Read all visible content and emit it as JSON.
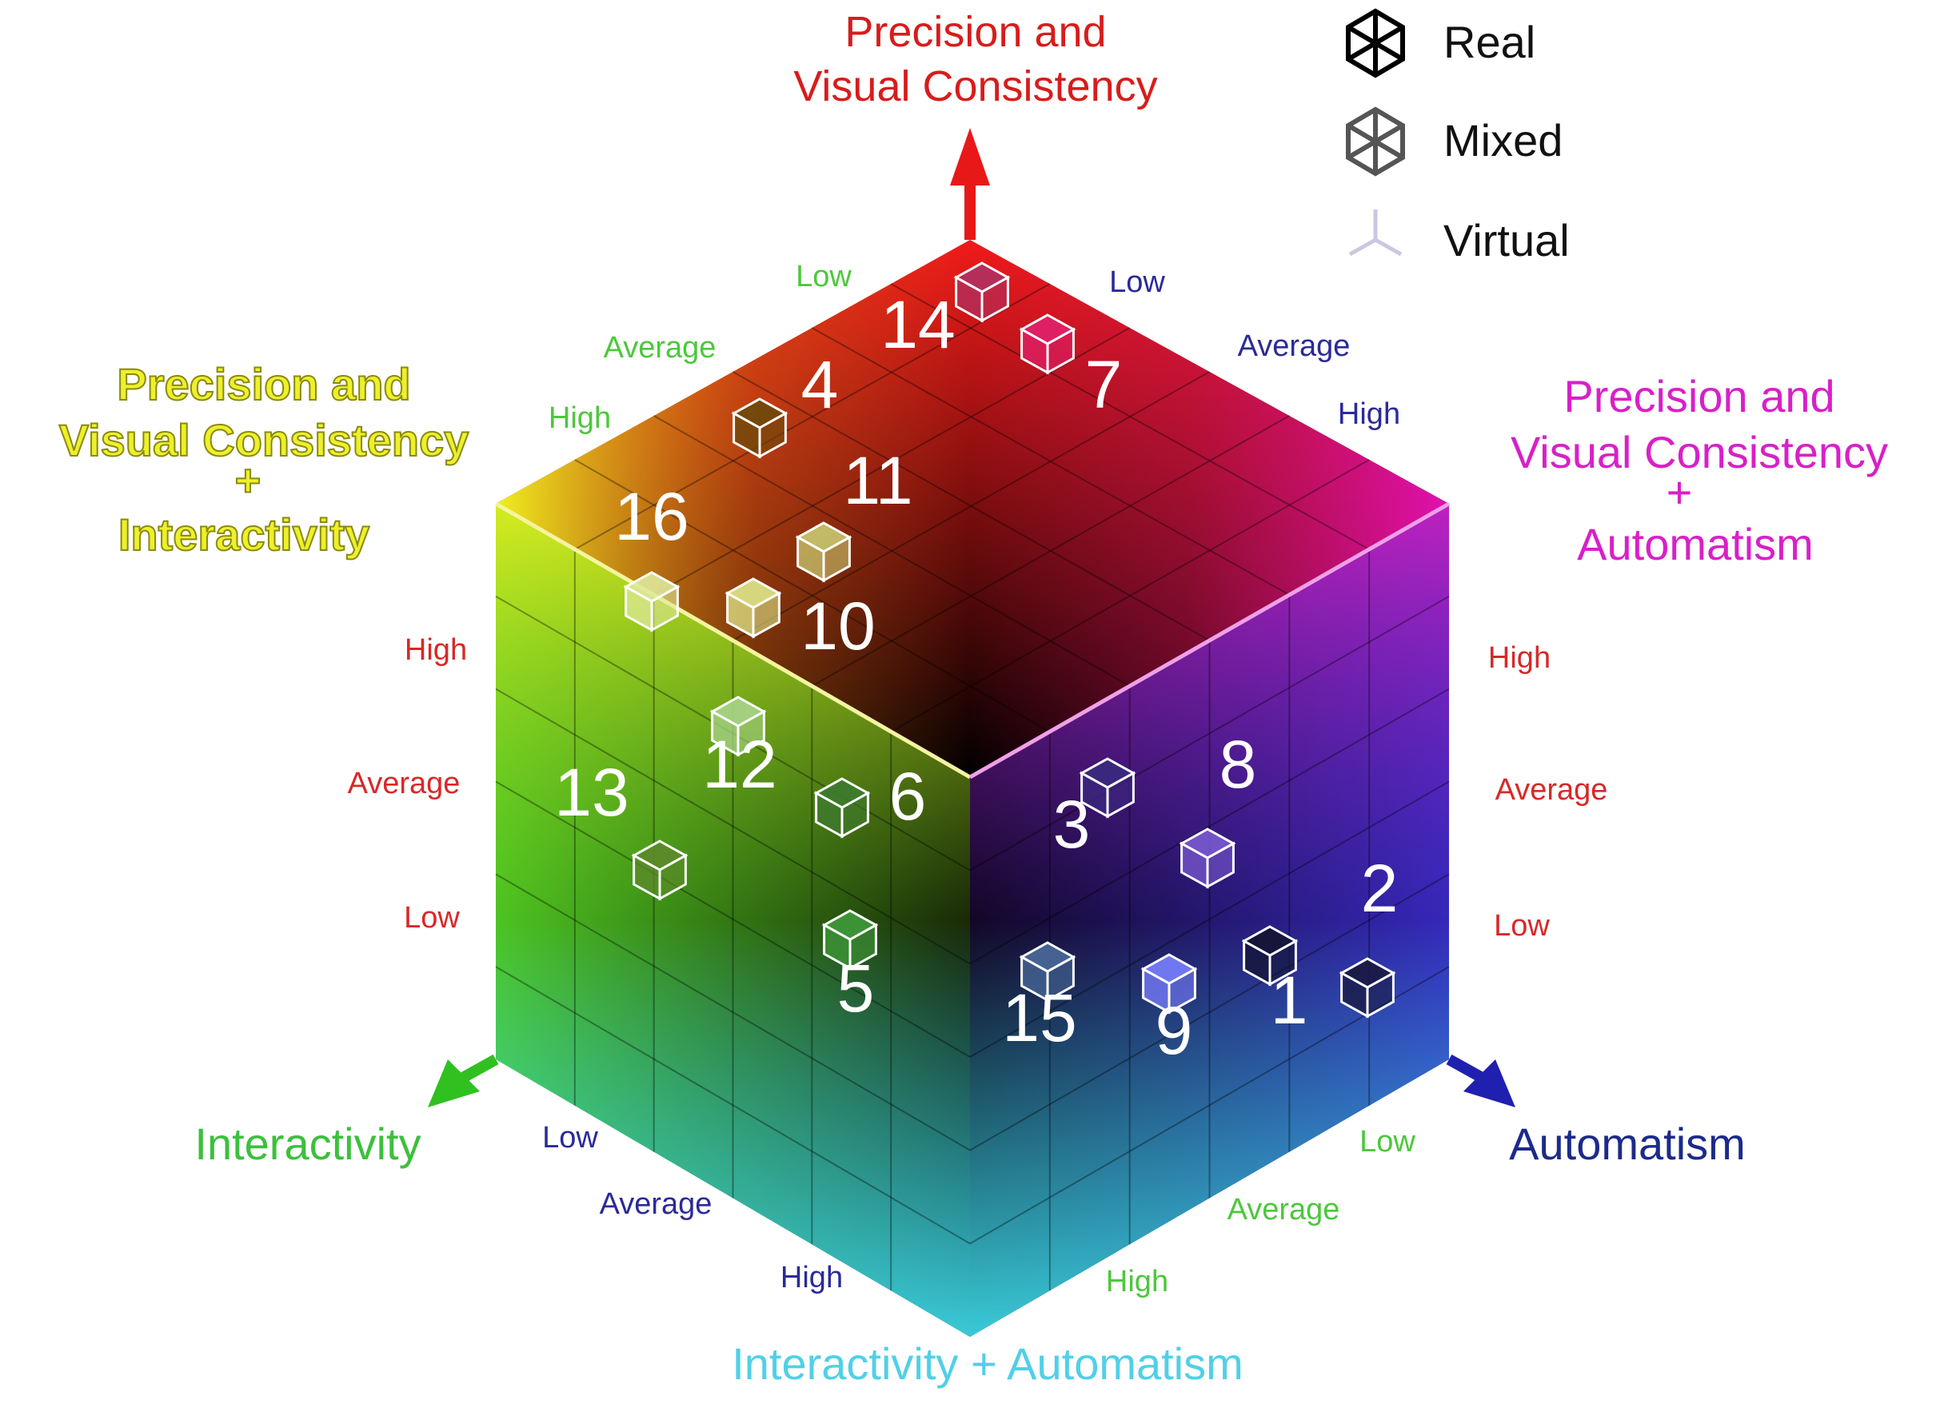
{
  "axis_titles": {
    "top": [
      "Precision and",
      "Visual Consistency"
    ],
    "upper_left": [
      "Precision and",
      "Visual Consistency",
      "+",
      "Interactivity"
    ],
    "upper_right": [
      "Precision and",
      "Visual Consistency",
      "+",
      "Automatism"
    ],
    "left": "Interactivity",
    "right": "Automatism",
    "bottom": "Interactivity + Automatism"
  },
  "legend": [
    {
      "label": "Real",
      "icon": "real-cube-icon"
    },
    {
      "label": "Mixed",
      "icon": "mixed-cube-icon"
    },
    {
      "label": "Virtual",
      "icon": "virtual-cube-icon"
    }
  ],
  "scale_labels": {
    "upper_left_edge": [
      "Low",
      "Average",
      "High"
    ],
    "upper_right_edge": [
      "Low",
      "Average",
      "High"
    ],
    "left_edge": [
      "High",
      "Average",
      "Low"
    ],
    "right_edge": [
      "High",
      "Average",
      "Low"
    ],
    "bottom_left_edge": [
      "Low",
      "Average",
      "High"
    ],
    "bottom_right_edge": [
      "Low",
      "Average",
      "High"
    ]
  },
  "markers": [
    {
      "number": "1",
      "color": "#141432"
    },
    {
      "number": "2",
      "color": "#1a1a40"
    },
    {
      "number": "3",
      "color": "#3a2a80"
    },
    {
      "number": "4",
      "color": "#6b4a0a"
    },
    {
      "number": "5",
      "color": "#3f9a3a"
    },
    {
      "number": "6",
      "color": "#3d7a30"
    },
    {
      "number": "7",
      "color": "#e0206a"
    },
    {
      "number": "8",
      "color": "#7a5ad0"
    },
    {
      "number": "9",
      "color": "#7a80ff"
    },
    {
      "number": "10",
      "color": "#dfe88a"
    },
    {
      "number": "11",
      "color": "#c9c970"
    },
    {
      "number": "12",
      "color": "#a8d48a"
    },
    {
      "number": "13",
      "color": "#5c8a2a"
    },
    {
      "number": "14",
      "color": "#b03060"
    },
    {
      "number": "15",
      "color": "#4a6a9a"
    },
    {
      "number": "16",
      "color": "#dfe89a"
    }
  ],
  "colors": {
    "top": "#e81818",
    "upper_left": "#f0f020",
    "upper_right": "#e010b0",
    "left": "#30c020",
    "right": "#2020b0",
    "bottom": "#40d8f0",
    "center": "#000000"
  }
}
